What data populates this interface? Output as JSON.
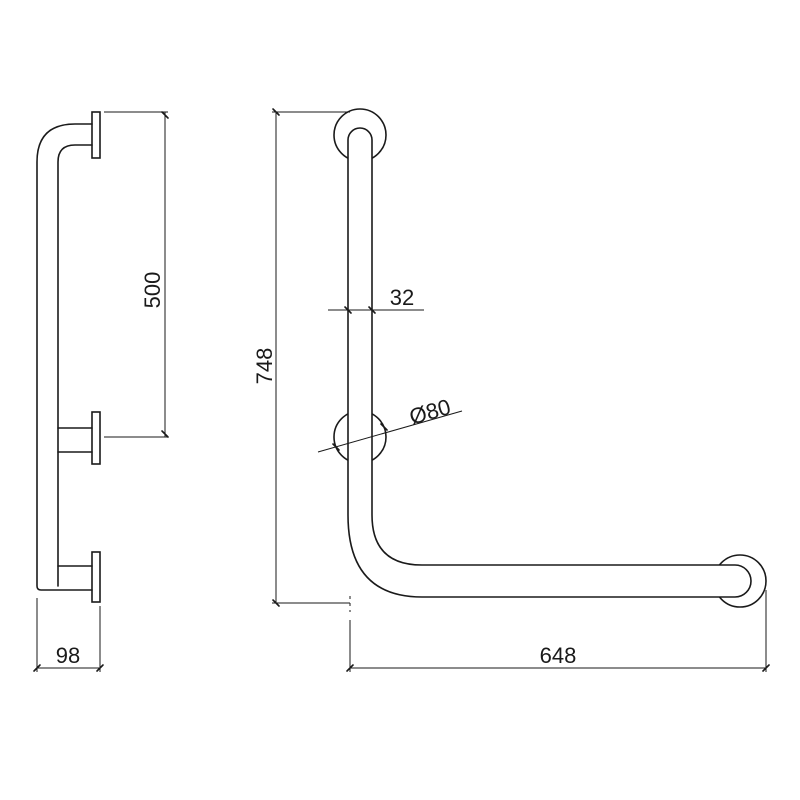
{
  "drawing": {
    "description_type": "technical-dimension-drawing",
    "units": "mm",
    "dimensions": {
      "depth": "98",
      "side_spacing": "500",
      "total_height": "748",
      "tube_diameter": "32",
      "flange_diameter": "Ø80",
      "total_width": "648"
    }
  }
}
